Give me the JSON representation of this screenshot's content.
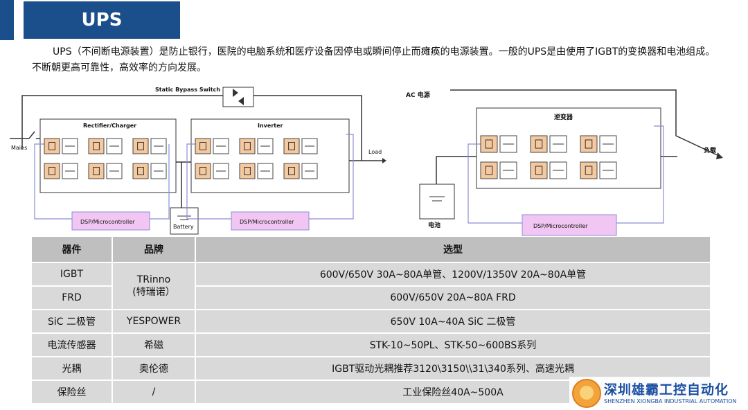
{
  "title": "UPS",
  "intro": "UPS（不间断电源装置）是防止银行，医院的电脑系统和医疗设备因停电或瞬间停止而瘫痪的电源装置。一般的UPS是由使用了IGBT的变换器和电池组成。不断朝更高可靠性，高效率的方向发展。",
  "diagram_left": {
    "static_bypass": "Static Bypass Switch",
    "rectifier": "Rectifier/Charger",
    "inverter": "Inverter",
    "mains": "Mains",
    "load": "Load",
    "battery": "Battery",
    "dsp1": "DSP/Microcontroller",
    "dsp2": "DSP/Microcontroller"
  },
  "diagram_right": {
    "ac_source": "AC 电源",
    "inverter": "逆变器",
    "load": "负载",
    "battery": "电池",
    "dsp": "DSP/Microcontroller"
  },
  "table": {
    "headers": [
      "器件",
      "品牌",
      "选型"
    ],
    "rows": [
      {
        "device": "IGBT",
        "brand_line1": "TRinno",
        "brand_line2": "(特瑞诺）",
        "spec": "600V/650V 30A~80A单管、1200V/1350V 20A~80A单管"
      },
      {
        "device": "FRD",
        "spec": "600V/650V 20A~80A FRD"
      },
      {
        "device": "SiC 二极管",
        "brand": "YESPOWER",
        "spec": "650V 10A~40A SiC 二极管"
      },
      {
        "device": "电流传感器",
        "brand": "希磁",
        "spec": "STK-10~50PL、STK-50~600BS系列"
      },
      {
        "device": "光耦",
        "brand": "奥伦德",
        "spec": "IGBT驱动光耦推荐3120\\3150\\\\31\\340系列、高速光耦"
      },
      {
        "device": "保险丝",
        "brand": "/",
        "spec": "工业保险丝40A~500A"
      }
    ]
  },
  "watermark": {
    "name": "深圳雄霸工控自动化",
    "english": "SHENZHEN XIONGBA INDUSTRIAL AUTOMATION"
  },
  "colors": {
    "title_bg": "#1b4f8c",
    "header_bg": "#bfbfbf",
    "cell_bg": "#d9d9d9",
    "module_fill": "#f4c9a0",
    "signal_line": "#8a8cd8",
    "dsp_fill": "#f2c6f2",
    "watermark_text": "#1a4fa3"
  }
}
